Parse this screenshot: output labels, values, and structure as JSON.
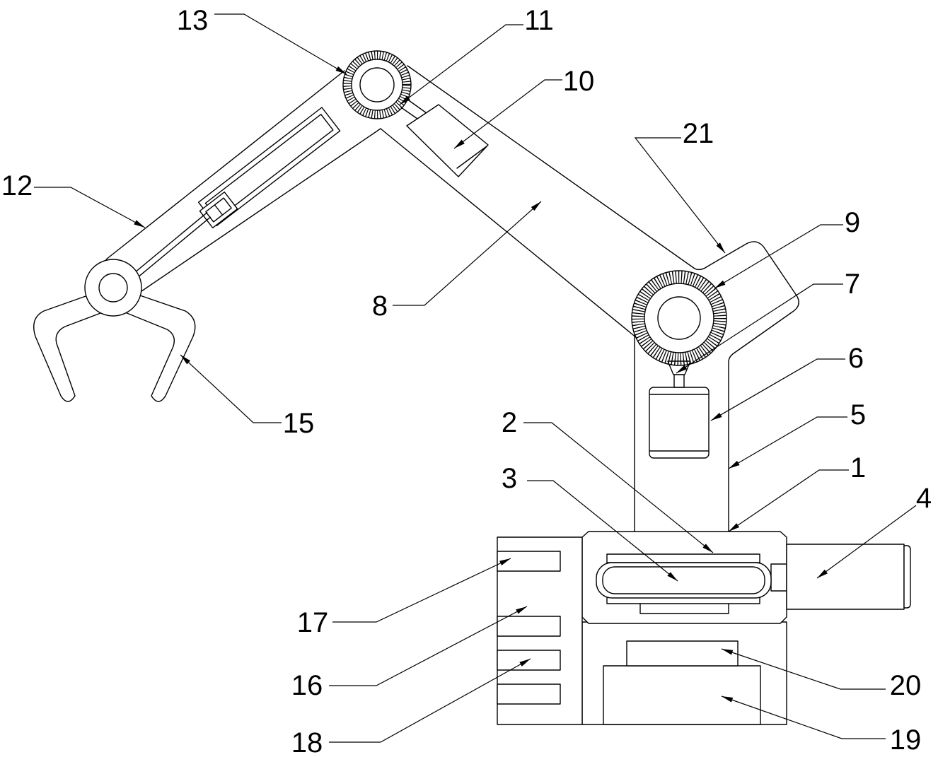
{
  "callouts": {
    "c1": "1",
    "c2": "2",
    "c3": "3",
    "c4": "4",
    "c5": "5",
    "c6": "6",
    "c7": "7",
    "c8": "8",
    "c9": "9",
    "c10": "10",
    "c11": "11",
    "c12": "12",
    "c13": "13",
    "c15": "15",
    "c16": "16",
    "c17": "17",
    "c18": "18",
    "c19": "19",
    "c20": "20",
    "c21": "21"
  }
}
